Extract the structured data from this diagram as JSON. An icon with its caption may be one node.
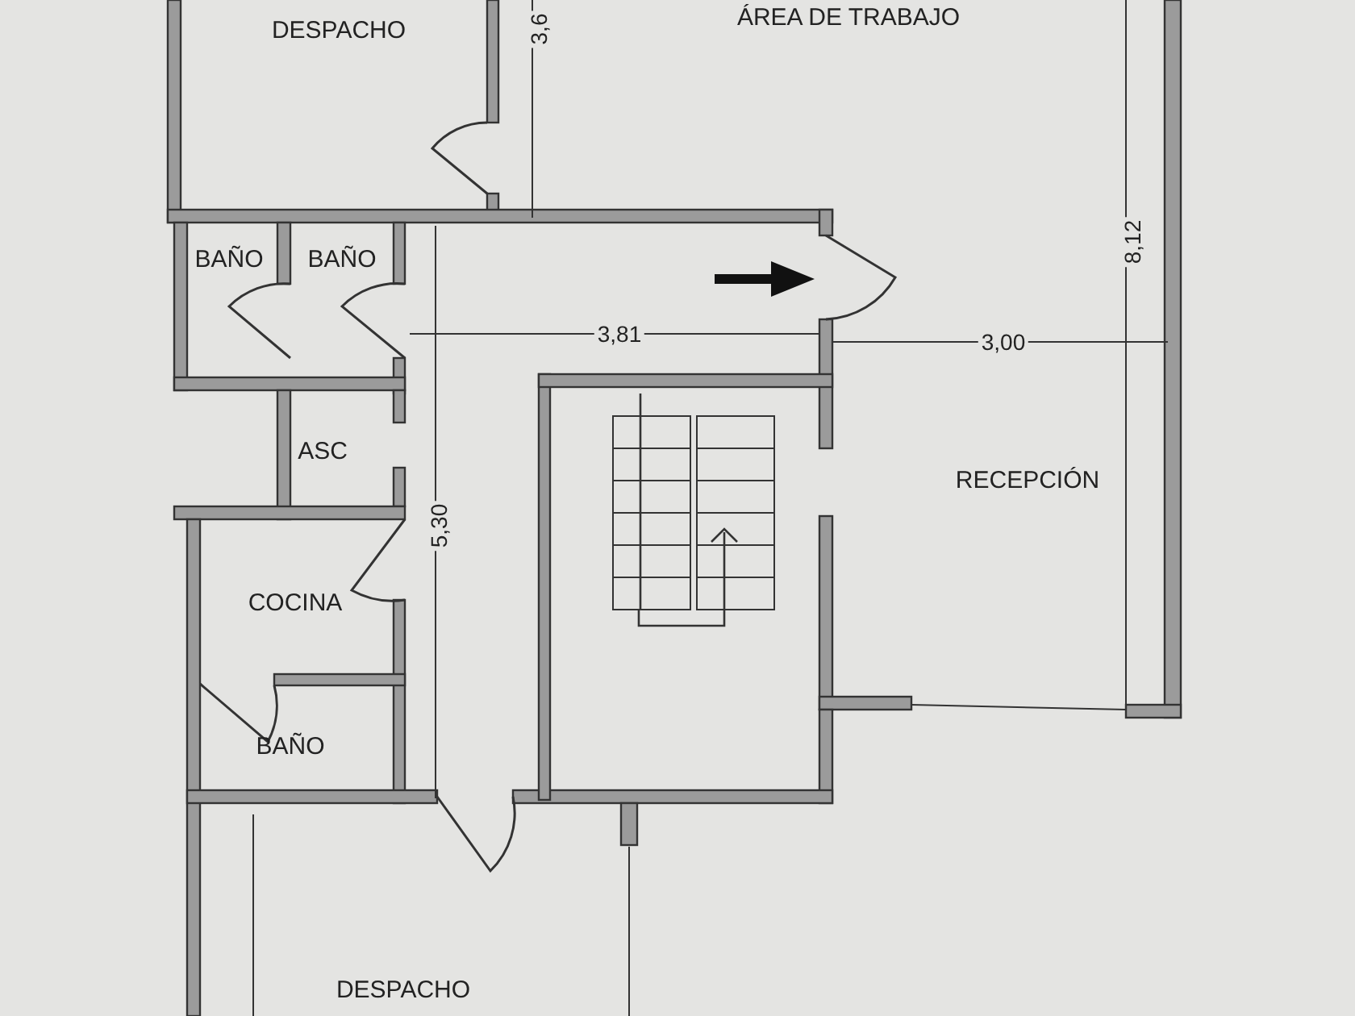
{
  "diagram": {
    "labels": [
      "DESPACHO",
      "3,6",
      "ÁREA DE TRABAJO",
      "8,12",
      "BAÑO",
      "BAÑO",
      "3,81",
      "3,00",
      "ASC",
      "RECEPCIÓN",
      "5,30",
      "COCINA",
      "BAÑO",
      "DESPACHO"
    ]
  }
}
